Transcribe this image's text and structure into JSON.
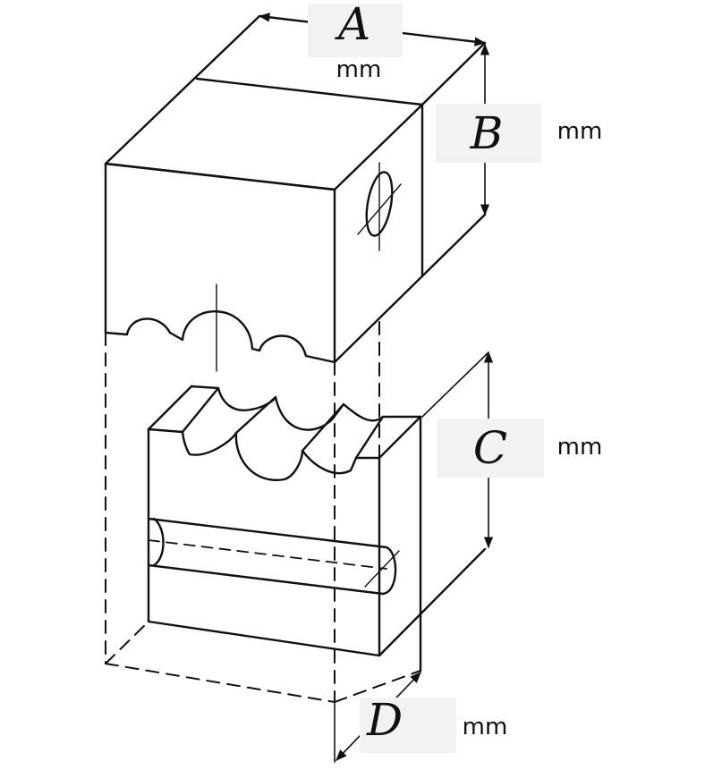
{
  "colors": {
    "stroke": "#111111",
    "label_box": "#f2f2f2",
    "die_face": "#ffffff"
  },
  "dimensions": {
    "a": {
      "letter": "A",
      "unit": "mm"
    },
    "b": {
      "letter": "B",
      "unit": "mm"
    },
    "c": {
      "letter": "C",
      "unit": "mm"
    },
    "d": {
      "letter": "D",
      "unit": "mm"
    }
  }
}
